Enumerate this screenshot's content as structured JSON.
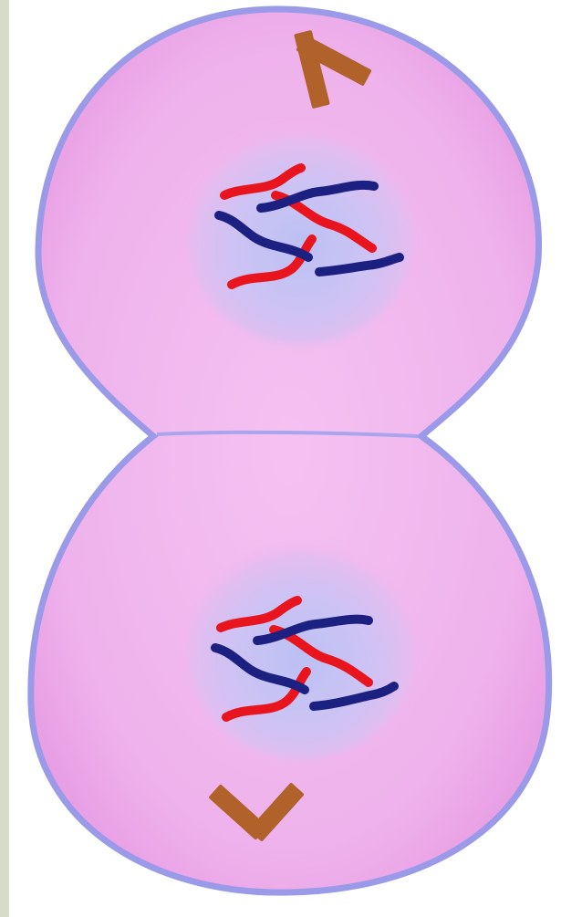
{
  "figure": {
    "colors": {
      "background": "#ffffff",
      "side_strip": "#d6dcc8",
      "cell_membrane": "#9a9ae8",
      "cytoplasm": "#f0b4ee",
      "cytoplasm_edge": "#e79ce3",
      "nucleus_center": "#bcc0f4",
      "nucleus_edge": "#e8b8ee",
      "chromosome_maternal": "#e8141e",
      "chromosome_paternal": "#1c2080",
      "centrosome": "#b0622a"
    },
    "daughter_cells": [
      {
        "name": "upper-daughter-cell",
        "centrosome_icon": "centrosome-icon",
        "chromosome_count": 6
      },
      {
        "name": "lower-daughter-cell",
        "centrosome_icon": "centrosome-icon",
        "chromosome_count": 6
      }
    ]
  }
}
